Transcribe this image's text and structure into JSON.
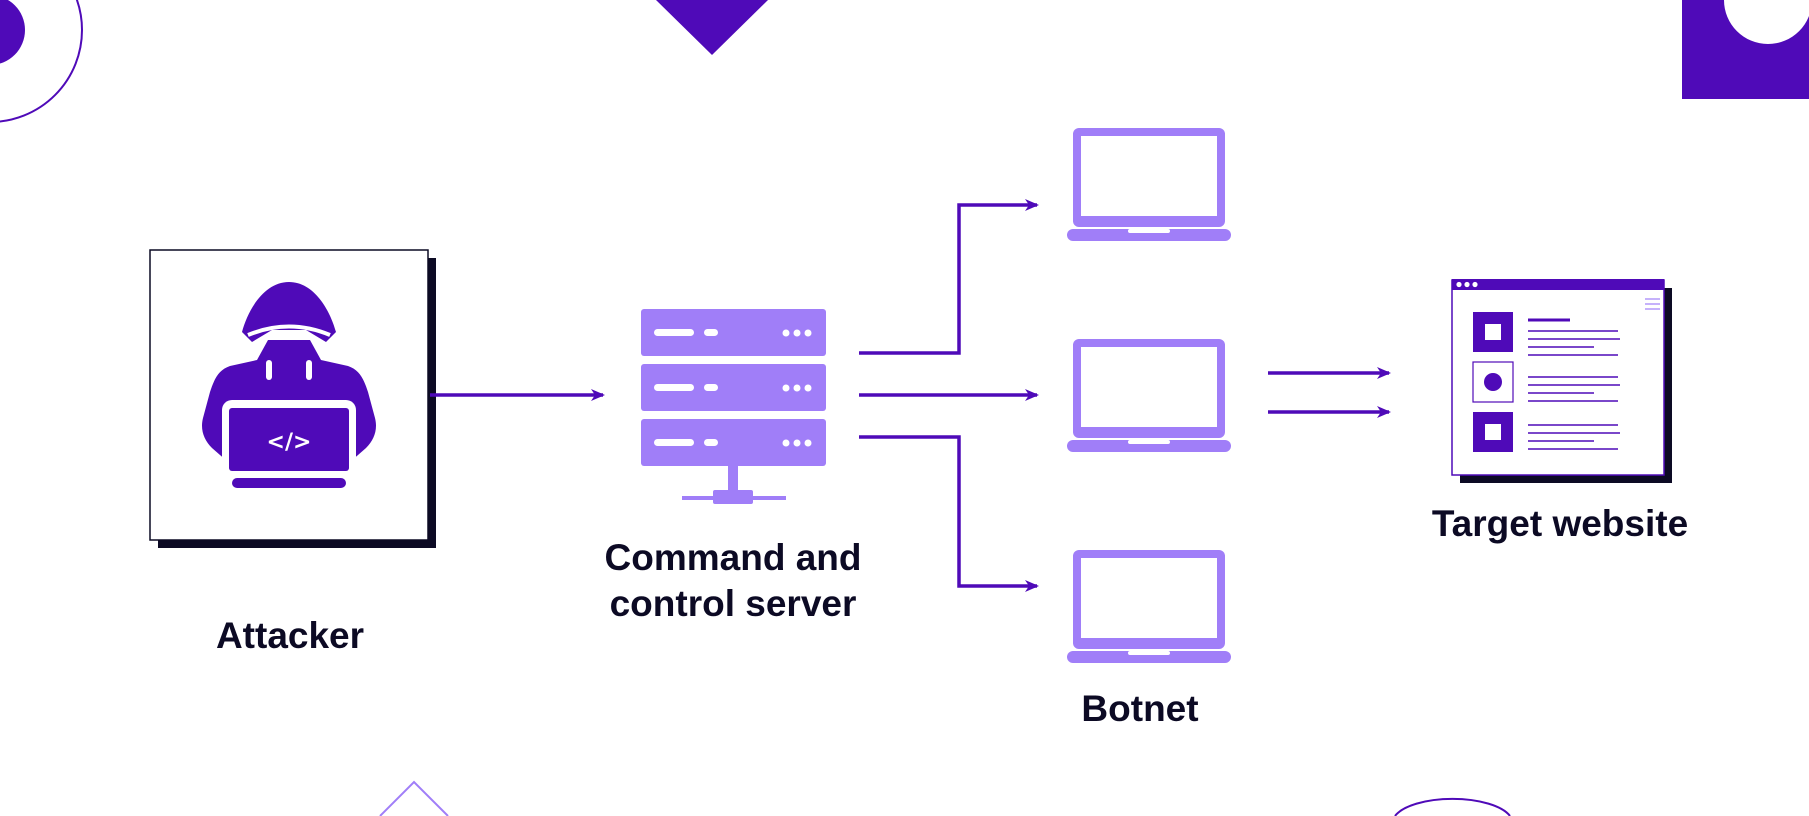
{
  "colors": {
    "primary": "#4f0ab8",
    "light": "#a07ef8",
    "dark": "#0c0a24",
    "background": "#ffffff"
  },
  "nodes": {
    "attacker": {
      "label": "Attacker",
      "icon": "hooded-hacker-laptop-icon",
      "code_glyph": "</>"
    },
    "server": {
      "label_line1": "Command and",
      "label_line2": "control server",
      "icon": "server-rack-icon"
    },
    "botnet": {
      "label": "Botnet",
      "icon": "laptop-icon",
      "count": 3
    },
    "target": {
      "label": "Target website",
      "icon": "browser-window-icon"
    }
  }
}
